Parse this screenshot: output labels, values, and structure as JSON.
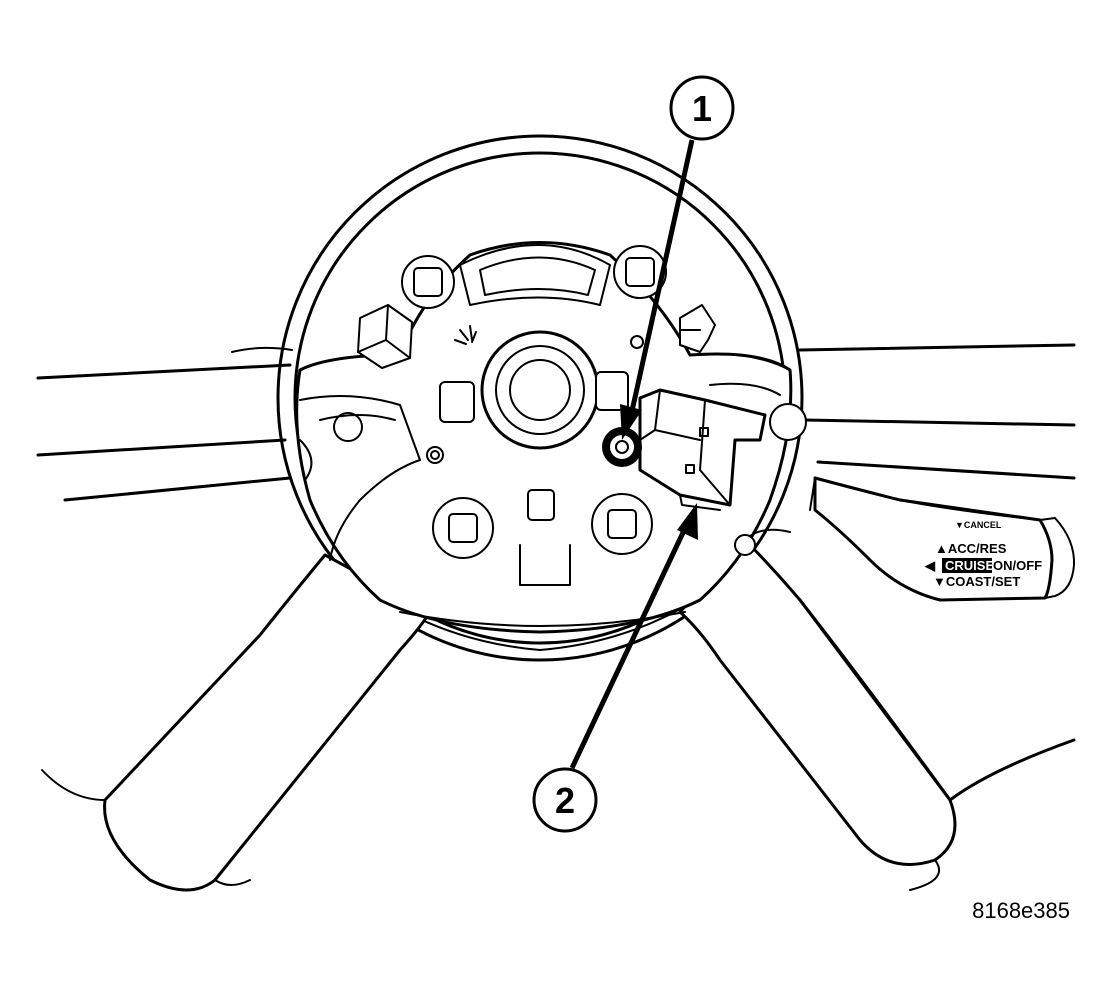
{
  "callouts": [
    {
      "label": "1",
      "part": "screw"
    },
    {
      "label": "2",
      "part": "speed-control-switch"
    }
  ],
  "lever_labels": {
    "cancel": "▼CANCEL",
    "acc_res": "▲ACC/RES",
    "cruise": "CRUISE",
    "on_off": "ON/OFF",
    "coast_set": "▼COAST/SET",
    "left_arrow": "◀"
  },
  "figure_id": "8168e385",
  "colors": {
    "line": "#000000",
    "background": "#ffffff"
  }
}
